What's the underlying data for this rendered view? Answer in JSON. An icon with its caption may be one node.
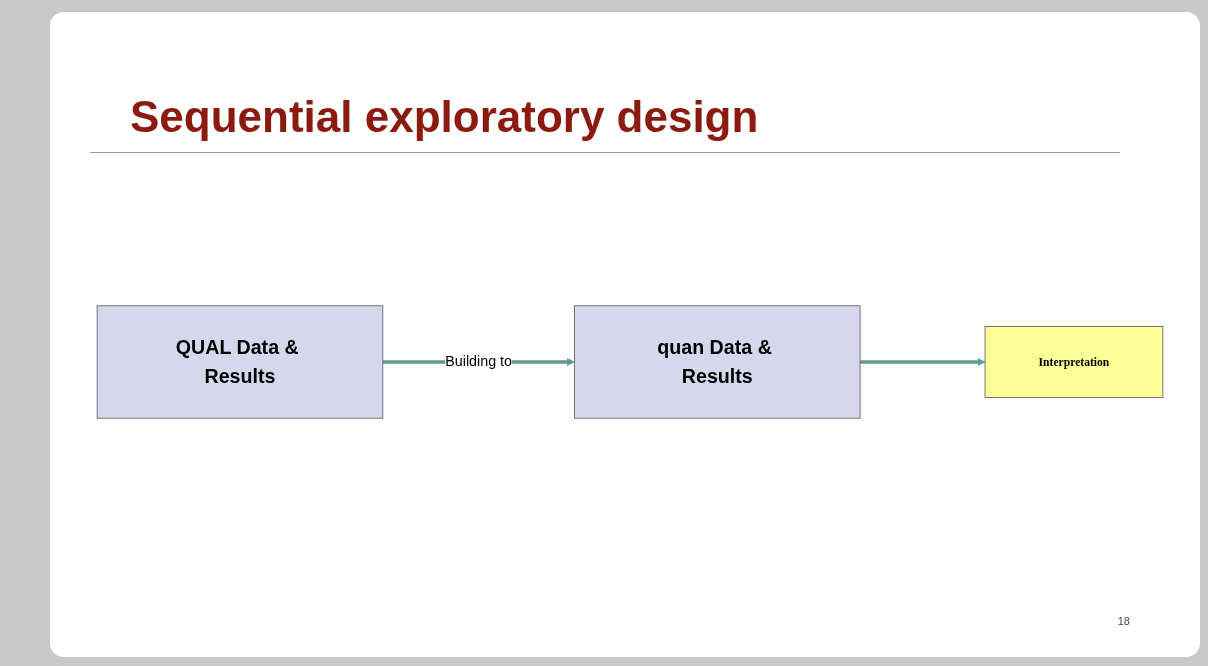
{
  "diagram": {
    "title": "Sequential exploratory design",
    "nodes": [
      {
        "text": [
          "QUAL Data & Results"
        ]
      },
      {
        "text": [
          "quan Data & Results"
        ]
      },
      {
        "text": [
          "Interpretation"
        ]
      }
    ],
    "edges": [
      {
        "from": 0,
        "to": 1,
        "arrow": "to",
        "label": "Building to"
      },
      {
        "from": 1,
        "to": 2,
        "arrow": "to"
      }
    ],
    "labels": [
      "18"
    ]
  }
}
